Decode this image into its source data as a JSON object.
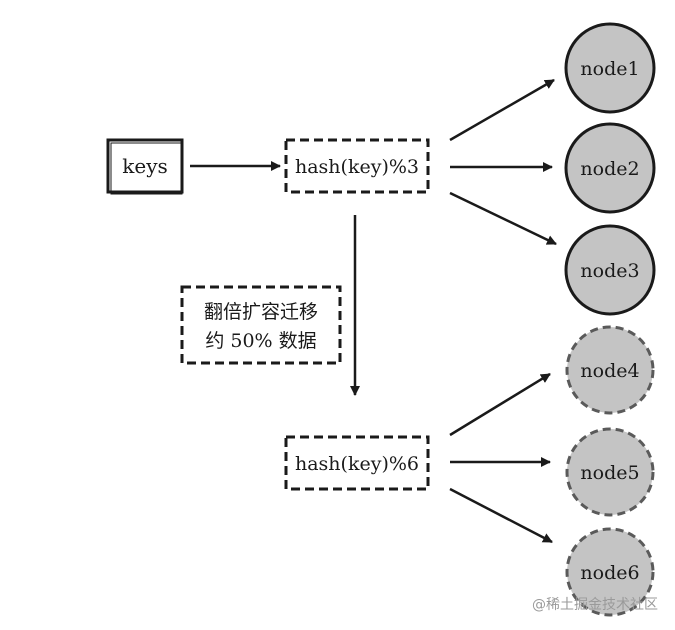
{
  "keys_box": {
    "label": "keys"
  },
  "hash_top": {
    "label": "hash(key)%3"
  },
  "hash_bottom": {
    "label": "hash(key)%6"
  },
  "migration_note": {
    "line1": "翻倍扩容迁移",
    "line2": "约 50% 数据"
  },
  "nodes": [
    {
      "label": "node1",
      "style": "solid"
    },
    {
      "label": "node2",
      "style": "solid"
    },
    {
      "label": "node3",
      "style": "solid"
    },
    {
      "label": "node4",
      "style": "dashed"
    },
    {
      "label": "node5",
      "style": "dashed"
    },
    {
      "label": "node6",
      "style": "dashed"
    }
  ],
  "watermark": {
    "text": "@稀土掘金技术社区"
  },
  "colors": {
    "node_fill": "#c4c4c4",
    "stroke": "#1a1a1a",
    "dashed_stroke": "#5a5a5a"
  }
}
